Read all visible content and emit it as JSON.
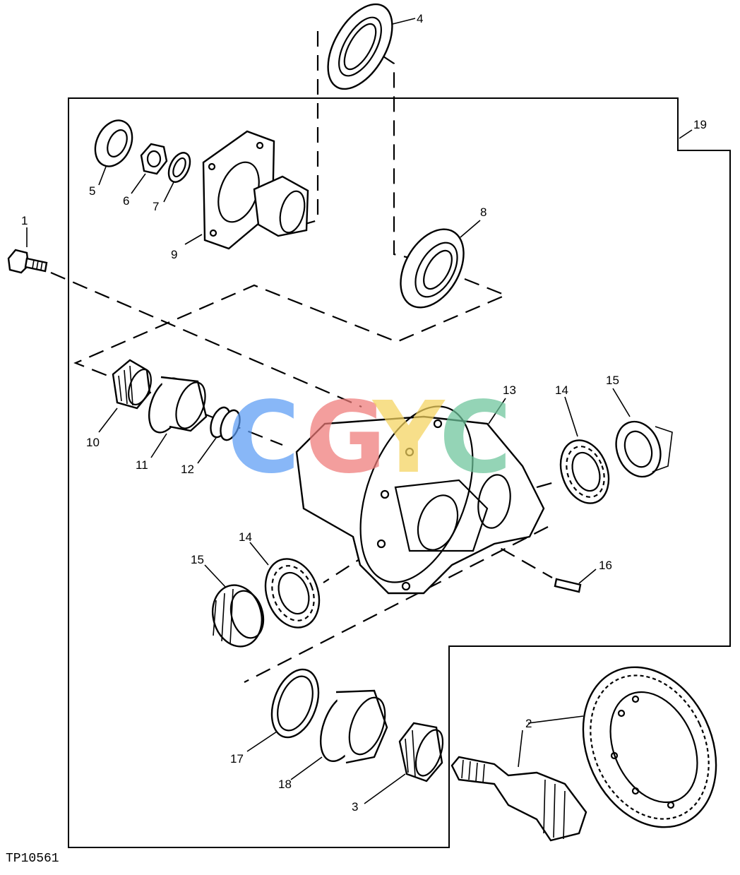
{
  "figure_id": "TP10561",
  "watermark": {
    "letters": [
      "C",
      "G",
      "Y",
      "C"
    ],
    "colors": [
      "#5b9cf4",
      "#ef7a78",
      "#f4d35e",
      "#6cc49a"
    ]
  },
  "callouts": [
    {
      "id": "1",
      "text": "1"
    },
    {
      "id": "2",
      "text": "2"
    },
    {
      "id": "3",
      "text": "3"
    },
    {
      "id": "4",
      "text": "4"
    },
    {
      "id": "5",
      "text": "5"
    },
    {
      "id": "6",
      "text": "6"
    },
    {
      "id": "7",
      "text": "7"
    },
    {
      "id": "8",
      "text": "8"
    },
    {
      "id": "9",
      "text": "9"
    },
    {
      "id": "10",
      "text": "10"
    },
    {
      "id": "11",
      "text": "11"
    },
    {
      "id": "12",
      "text": "12"
    },
    {
      "id": "13",
      "text": "13"
    },
    {
      "id": "14a",
      "text": "14"
    },
    {
      "id": "14b",
      "text": "14"
    },
    {
      "id": "15a",
      "text": "15"
    },
    {
      "id": "15b",
      "text": "15"
    },
    {
      "id": "16",
      "text": "16"
    },
    {
      "id": "17",
      "text": "17"
    },
    {
      "id": "18",
      "text": "18"
    },
    {
      "id": "19",
      "text": "19"
    }
  ]
}
